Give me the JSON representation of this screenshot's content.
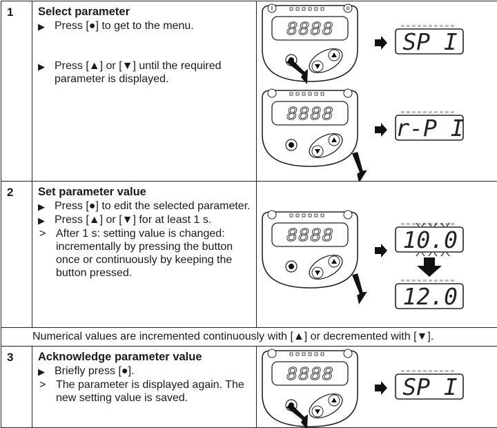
{
  "rows": [
    {
      "number": "1",
      "title": "Select parameter",
      "steps": [
        {
          "marker": "▶",
          "text": "Press [●] to get to the menu."
        },
        {
          "marker": "▶",
          "text": "Press [▲] or [▼] until the required parameter is displayed."
        }
      ],
      "figure": {
        "panel_display": "8888",
        "panel_labels": [
          "I",
          "II"
        ],
        "results": [
          "SP I",
          "r-P I"
        ]
      }
    },
    {
      "number": "2",
      "title": "Set parameter value",
      "steps": [
        {
          "marker": "▶",
          "text": "Press [●] to edit the selected parameter."
        },
        {
          "marker": "▶",
          "text": "Press [▲] or [▼] for at least 1 s."
        },
        {
          "marker": ">",
          "text": "After 1 s: setting value is changed: incrementally by pressing the button once or continuously by keeping the button pressed."
        }
      ],
      "figure": {
        "panel_display": "8888",
        "values": [
          "10.0",
          "12.0"
        ]
      }
    },
    {
      "note": "Numerical values are incremented continuously with [▲] or decremented with [▼]."
    },
    {
      "number": "3",
      "title": "Acknowledge parameter value",
      "steps": [
        {
          "marker": "▶",
          "text": "Briefly press [●]."
        },
        {
          "marker": ">",
          "text": "The parameter is displayed again. The new setting value is saved."
        }
      ],
      "figure": {
        "panel_display": "8888",
        "results": [
          "SP I"
        ]
      }
    }
  ]
}
